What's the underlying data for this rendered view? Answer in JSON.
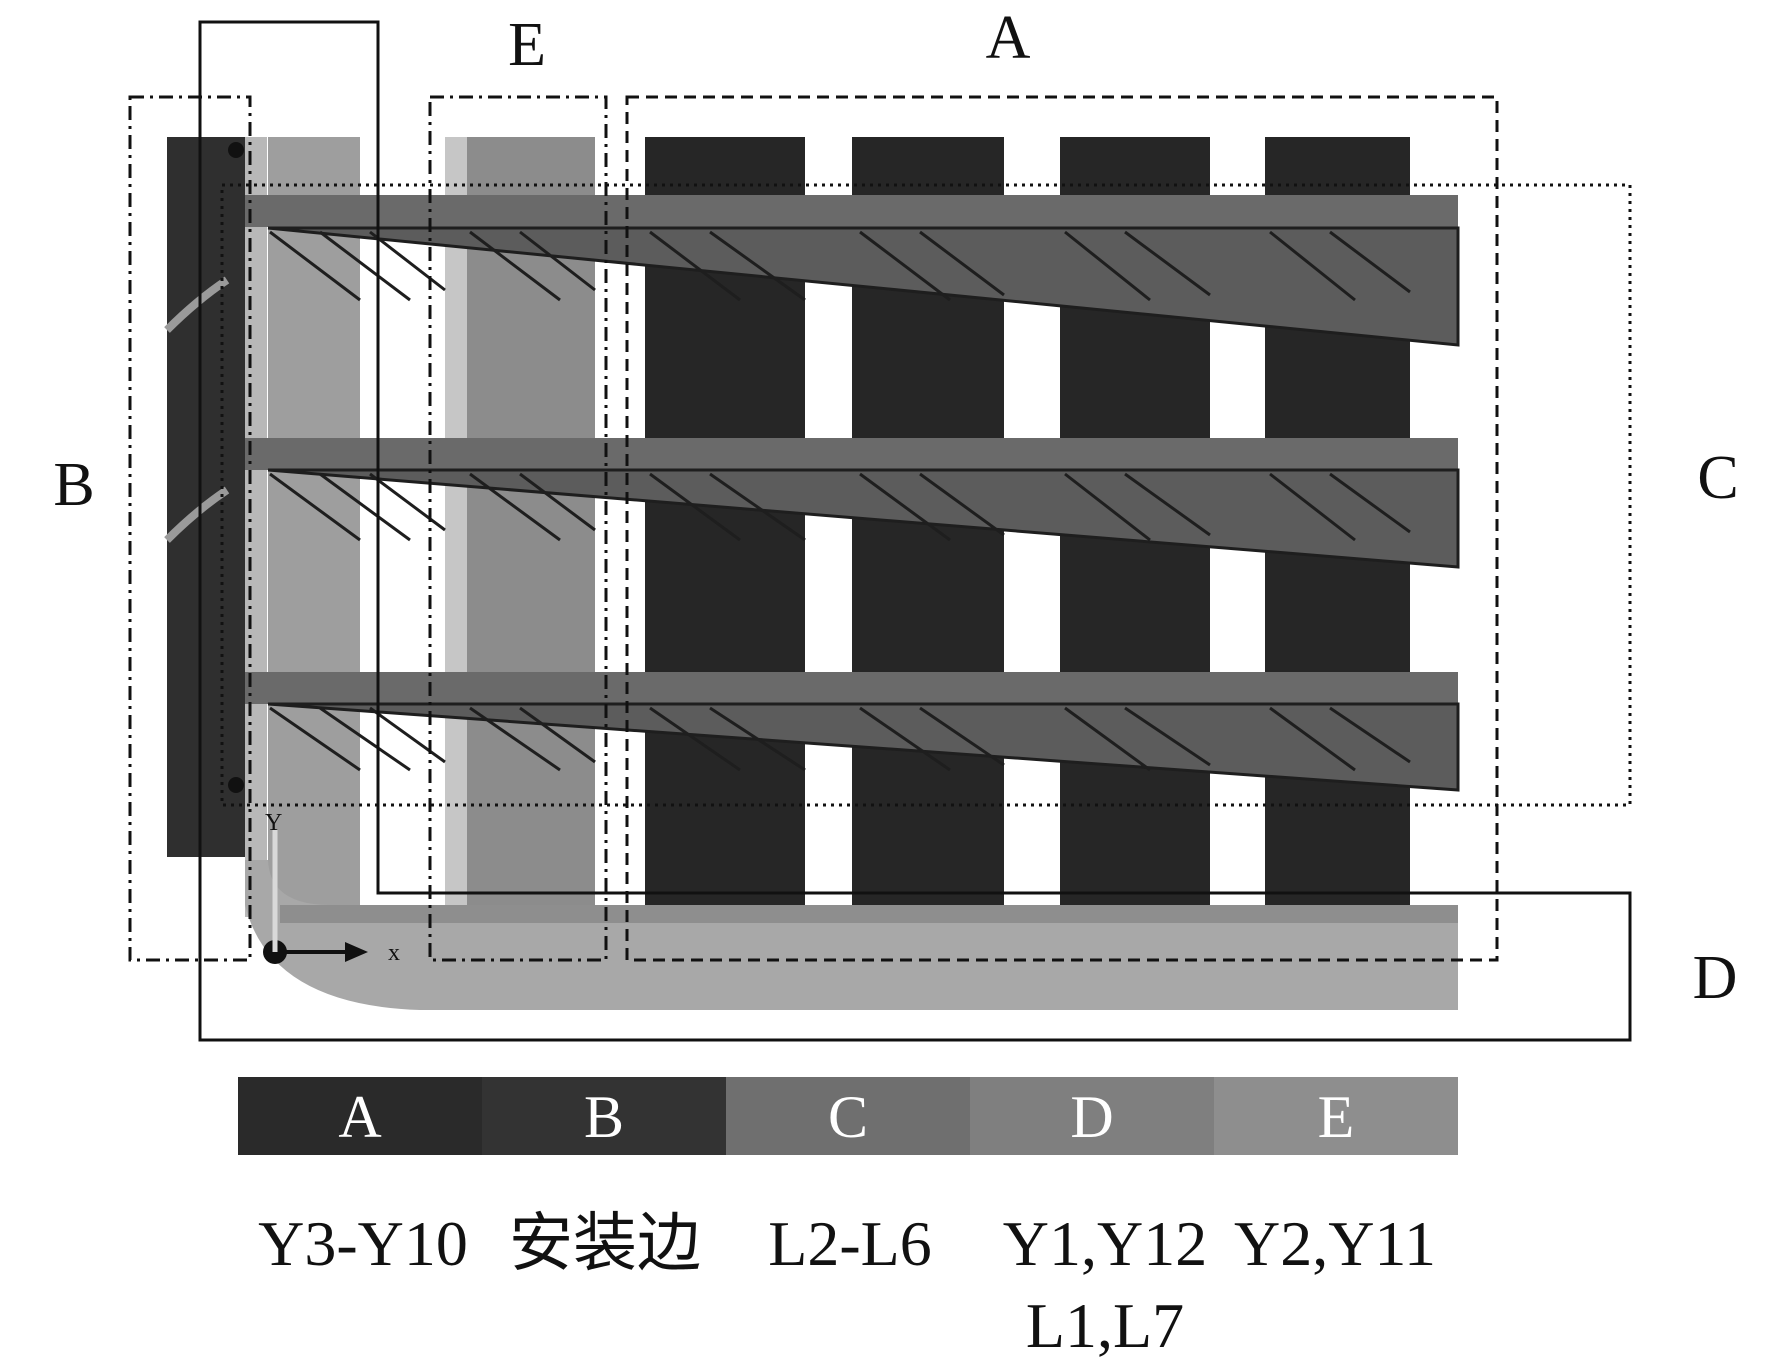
{
  "region_labels": {
    "A": "A",
    "B": "B",
    "C": "C",
    "D": "D",
    "E": "E"
  },
  "axis_labels": {
    "x": "x",
    "y": "Y"
  },
  "legend": {
    "swatches": [
      {
        "key": "A",
        "label": "A",
        "color": "#2a2a2a",
        "description": "Y3-Y10"
      },
      {
        "key": "B",
        "label": "B",
        "color": "#333333",
        "description": "安装边"
      },
      {
        "key": "C",
        "label": "C",
        "color": "#6f6f6f",
        "description": "L2-L6"
      },
      {
        "key": "D",
        "label": "D",
        "color": "#7f7f7f",
        "description": "Y1,Y12",
        "description_line2": "L1,L7"
      },
      {
        "key": "E",
        "label": "E",
        "color": "#8e8e8e",
        "description": "Y2,Y11"
      }
    ]
  },
  "colors": {
    "zone_a_dark": "#262626",
    "zone_b_dark": "#2f2f2f",
    "grid_bar": "#6a6a6a",
    "zone_d_light": "#a0a0a0",
    "zone_e_mid": "#8c8c8c",
    "outline": "#111111"
  }
}
